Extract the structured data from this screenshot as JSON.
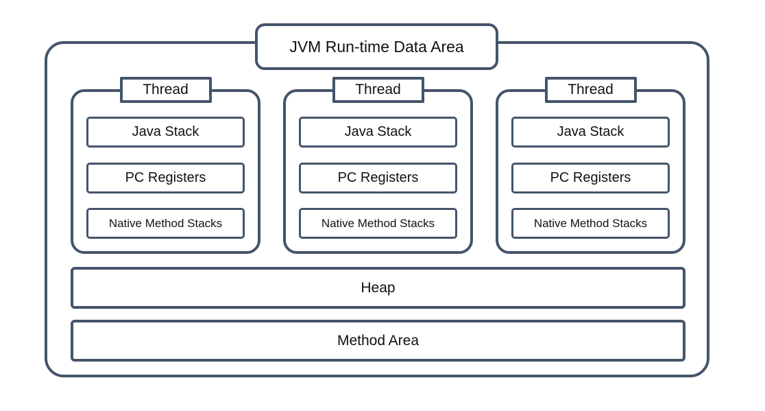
{
  "diagram": {
    "title": "JVM Run-time Data Area",
    "threads": [
      {
        "label": "Thread",
        "items": [
          "Java Stack",
          "PC Registers",
          "Native Method Stacks"
        ]
      },
      {
        "label": "Thread",
        "items": [
          "Java Stack",
          "PC Registers",
          "Native Method Stacks"
        ]
      },
      {
        "label": "Thread",
        "items": [
          "Java Stack",
          "PC Registers",
          "Native Method Stacks"
        ]
      }
    ],
    "heap_label": "Heap",
    "method_area_label": "Method Area",
    "colors": {
      "border": "#44546A",
      "background": "#FFFFFF",
      "text": "#111111"
    }
  }
}
